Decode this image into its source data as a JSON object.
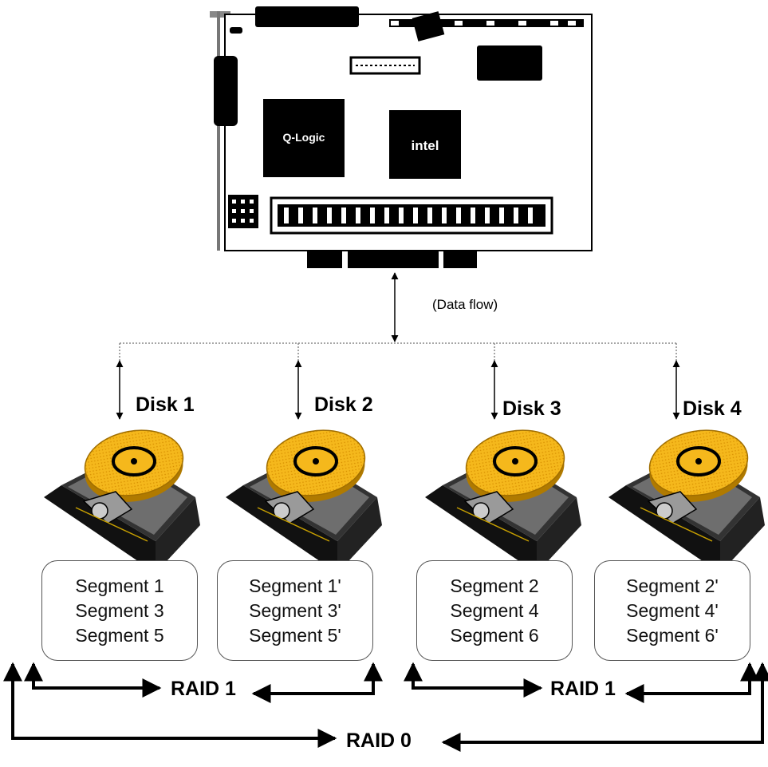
{
  "card": {
    "chip1_label": "Q-Logic",
    "chip2_label": "intel",
    "data_flow_label": "(Data flow)"
  },
  "disks": [
    {
      "label": "Disk 1",
      "segments": [
        "Segment 1",
        "Segment 3",
        "Segment 5"
      ]
    },
    {
      "label": "Disk 2",
      "segments": [
        "Segment 1'",
        "Segment 3'",
        "Segment 5'"
      ]
    },
    {
      "label": "Disk 3",
      "segments": [
        "Segment 2",
        "Segment 4",
        "Segment 6"
      ]
    },
    {
      "label": "Disk 4",
      "segments": [
        "Segment 2'",
        "Segment 4'",
        "Segment 6'"
      ]
    }
  ],
  "raid": {
    "mirror_left": "RAID 1",
    "mirror_right": "RAID 1",
    "stripe": "RAID 0"
  },
  "colors": {
    "platter": "#f2b21a",
    "platter_dark": "#c98a00",
    "chip": "#000000",
    "ink": "#000000"
  }
}
